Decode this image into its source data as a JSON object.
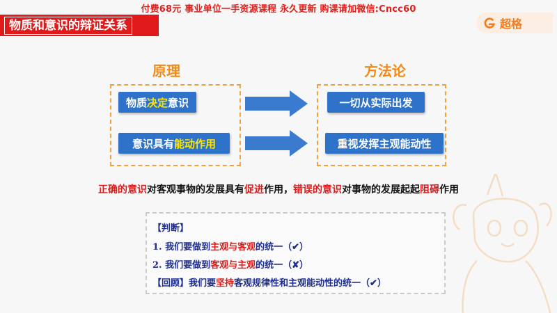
{
  "watermark": "付费68元 事业单位一手资源课程 永久更新 购课请加微信:Cncc60",
  "slide_title": "物质和意识的辩证关系",
  "brand": "超格",
  "headings": {
    "left": "原理",
    "right": "方法论"
  },
  "principles": {
    "p1_pre": "物质",
    "p1_hl": "决定",
    "p1_post": "意识",
    "p2_pre": "意识具有",
    "p2_hl": "能动作用"
  },
  "methods": {
    "m1": "一切从实际出发",
    "m2": "重视发挥主观能动性"
  },
  "summary": {
    "s1": "正确的意识",
    "s2": "对客观事物的发展具有",
    "s3": "促进",
    "s4": "作用，",
    "s5": "错误的意识",
    "s6": "对事物的发展起起",
    "s7": "阻碍",
    "s8": "作用"
  },
  "judgement": {
    "header": "【判断】",
    "l1_a": "1. 我们要做到",
    "l1_b": "主观与客观",
    "l1_c": "的统一（✔）",
    "l2_a": "2. 我们要做到",
    "l2_b": "客观与主观",
    "l2_c": "的统一（✘）",
    "l3_a": "【回顾】我们要",
    "l3_b": "坚持",
    "l3_c": "客观规律性和主观能动性",
    "l3_d": "的统一（✔）"
  },
  "colors": {
    "accent_red": "#e01a1a",
    "heading_orange": "#f08a18",
    "box_blue": "#2e73c9"
  }
}
